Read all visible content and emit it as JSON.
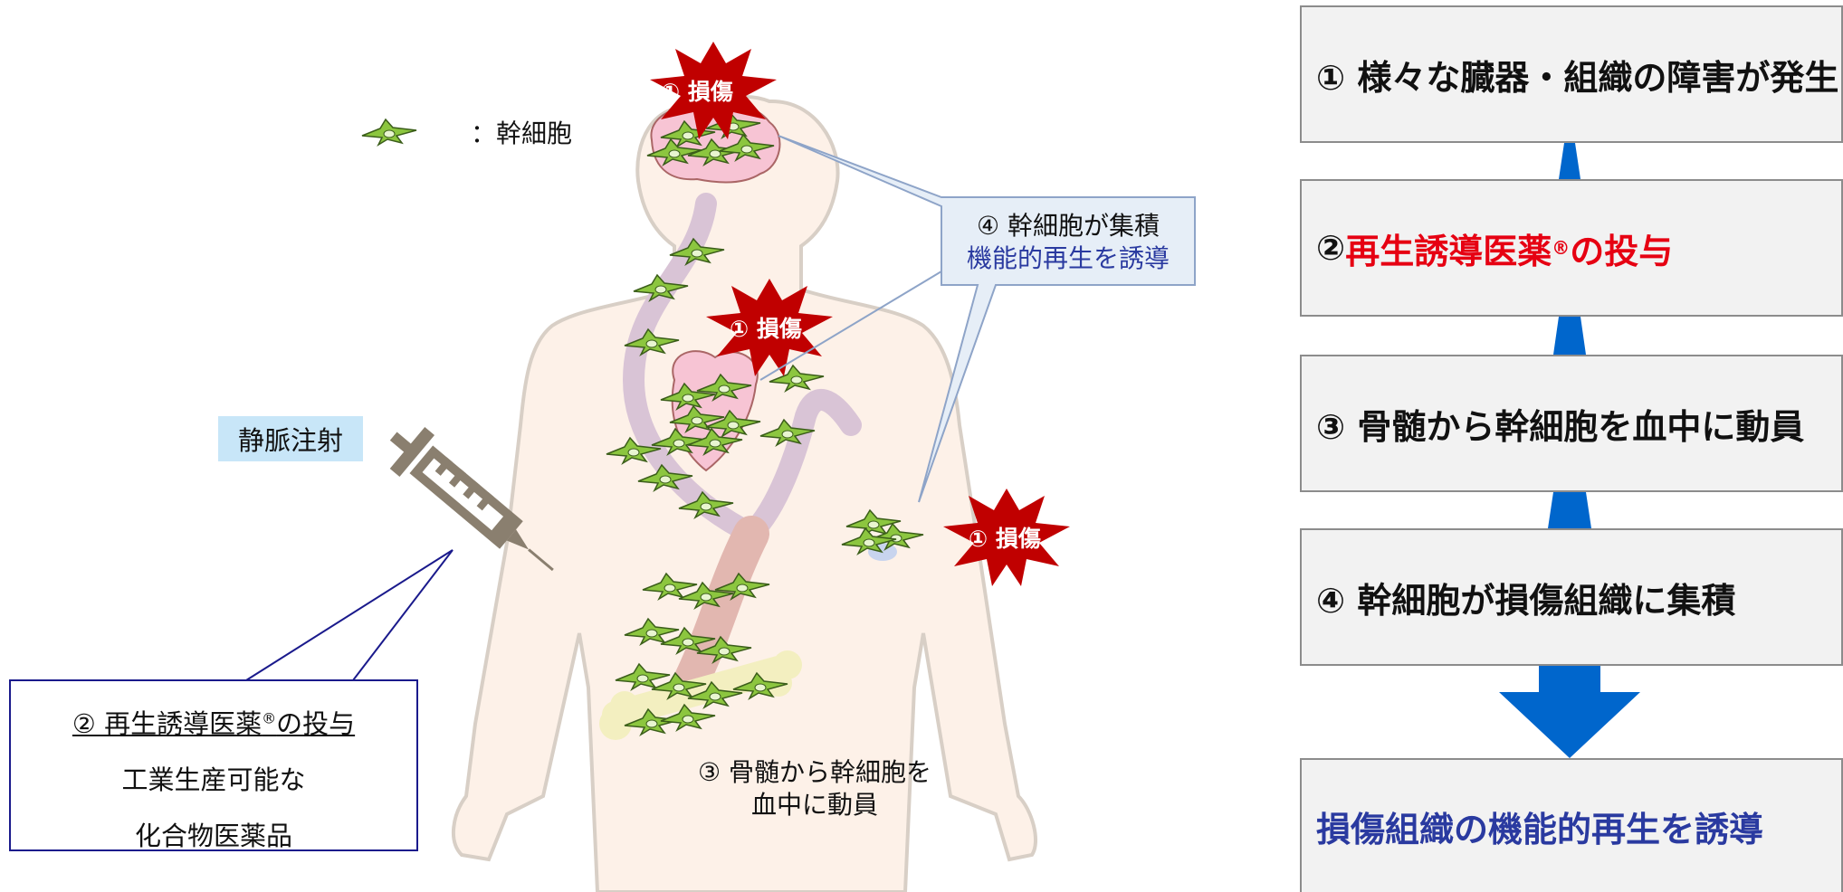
{
  "legend": {
    "label": "：幹細胞"
  },
  "injury_label": "① 損傷",
  "injection_label": "静脈注射",
  "accumulate_callout": {
    "line1": "④ 幹細胞が集積",
    "line2": "機能的再生を誘導"
  },
  "drug_callout": {
    "title_pre": "② 再生誘導医薬",
    "title_reg": "®",
    "title_post": "の投与",
    "line2": "工業生産可能な",
    "line3": "化合物医薬品"
  },
  "bone_marrow_label": {
    "line1": "③ 骨髄から幹細胞を",
    "line2": "血中に動員"
  },
  "flow": {
    "step1": "① 様々な臓器・組織の障害が発生",
    "step2_num": "② ",
    "step2_red": "再生誘導医薬",
    "step2_reg": "®",
    "step2_post": "の投与",
    "step3": "③ 骨髄から幹細胞を血中に動員",
    "step4": "④ 幹細胞が損傷組織に集積",
    "result": "損傷組織の機能的再生を誘導"
  },
  "colors": {
    "injury_red": "#c00000",
    "flow_blue": "#0066cc",
    "result_blue": "#2a3aa0",
    "step2_red": "#e60012",
    "body_fill": "#fdf1e8",
    "cell_green": "#8cc63f"
  }
}
